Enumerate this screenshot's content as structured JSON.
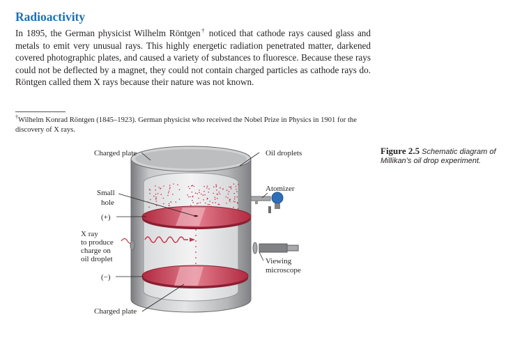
{
  "section": {
    "heading": "Radioactivity"
  },
  "paragraph": {
    "lines": [
      "In 1895, the German physicist Wilhelm Röntgen",
      " noticed that cathode rays caused glass and metals to emit very unusual rays. This highly energetic radiation penetrated matter, darkened covered photographic plates, and caused a variety of substances to fluoresce. Because these rays could not be deflected by a magnet, they could not contain charged particles as cathode rays do. Röntgen called them X rays because their nature was not known."
    ],
    "footnote_mark": "†"
  },
  "footnote": {
    "mark": "†",
    "text": "Wilhelm Konrad Röntgen (1845–1923). German physicist who received the Nobel Prize in Physics in 1901 for the discovery of X rays."
  },
  "figure": {
    "number": "Figure 2.5",
    "caption": " Schematic diagram of Millikan’s oil drop experiment.",
    "labels": {
      "charged_plate_top": "Charged plate",
      "oil_droplets": "Oil droplets",
      "atomizer": "Atomizer",
      "small_hole_1": "Small",
      "small_hole_2": "hole",
      "plus": "(+)",
      "xray_1": "X ray",
      "xray_2": "to produce",
      "xray_3": "charge on",
      "xray_4": "oil droplet",
      "viewing_1": "Viewing",
      "viewing_2": "microscope",
      "minus": "(−)",
      "charged_plate_bottom": "Charged plate"
    },
    "colors": {
      "plate": "#c8334a",
      "plate_light": "#e48a98",
      "cylinder": "#a7a9ac",
      "cylinder_dark": "#6d6e71",
      "xray": "#c8334a",
      "atomizer_bulb": "#2e6fb7"
    }
  }
}
